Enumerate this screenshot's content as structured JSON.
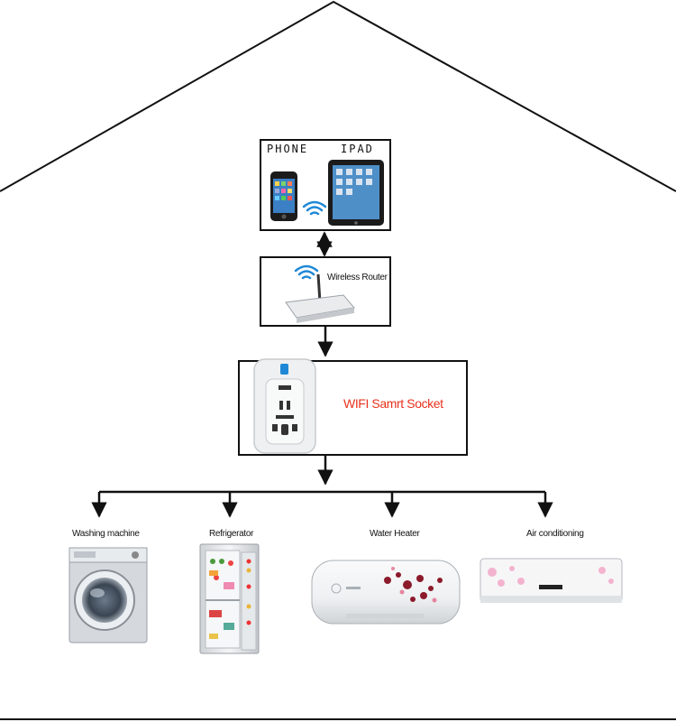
{
  "devices_box": {
    "phone_label": "PHONE",
    "ipad_label": "IPAD"
  },
  "router_box": {
    "label": "Wireless Router"
  },
  "socket_box": {
    "label": "WIFI Samrt Socket"
  },
  "appliances": [
    {
      "label": "Washing machine",
      "icon": "washing-machine-icon"
    },
    {
      "label": "Refrigerator",
      "icon": "refrigerator-icon"
    },
    {
      "label": "Water Heater",
      "icon": "water-heater-icon"
    },
    {
      "label": "Air conditioning",
      "icon": "air-conditioner-icon"
    }
  ],
  "colors": {
    "line": "#111111",
    "accent_red": "#e8321e",
    "wifi_blue": "#1e88d6",
    "brand_red": "#8b1a2b"
  }
}
